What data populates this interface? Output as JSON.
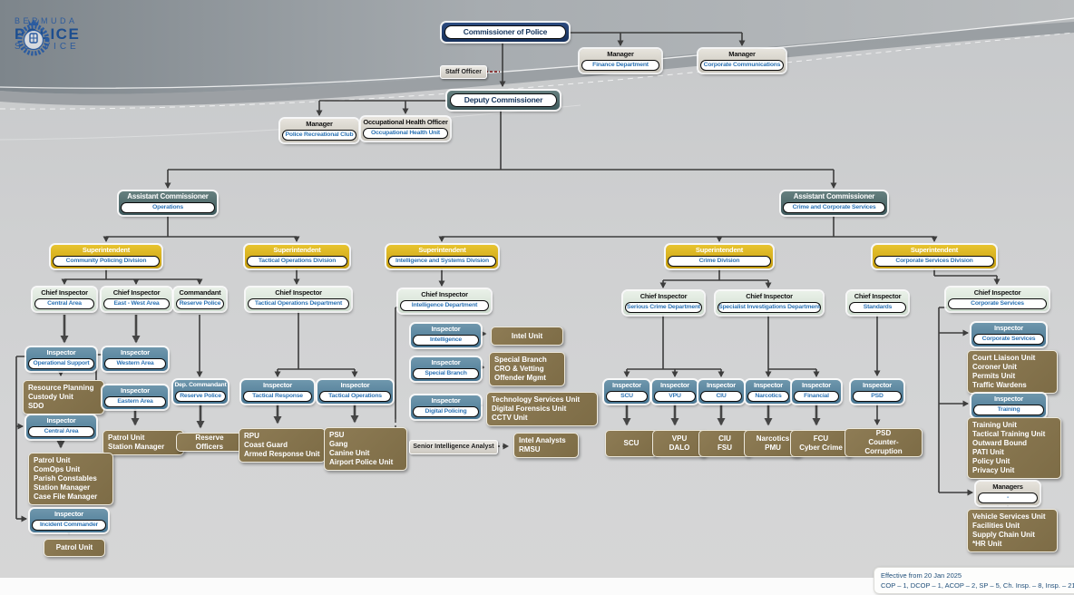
{
  "logo": {
    "line1": "BERMUDA",
    "line2": "POLICE",
    "line3": "SERVICE"
  },
  "colors": {
    "navy": "#1c3966",
    "slate": "#46605f",
    "gold": "#d3ab1e",
    "paleGreen": "#dce8dc",
    "steelBlue": "#5784a0",
    "brown": "#867453",
    "pillText": "#2e74b5",
    "wire": "#3d3d3d",
    "redDash": "#8b3a3a",
    "legendText": "#1f4e79"
  },
  "nodes": {
    "commissioner": {
      "label": "Commissioner of Police"
    },
    "mgr_finance": {
      "title": "Manager",
      "unit": "Finance Department"
    },
    "mgr_corpcomm": {
      "title": "Manager",
      "unit": "Corporate Communications"
    },
    "staff_officer": {
      "label": "Staff Officer"
    },
    "deputy": {
      "label": "Deputy Commissioner"
    },
    "mgr_recclub": {
      "title": "Manager",
      "unit": "Police Recreational Club"
    },
    "oho": {
      "title": "Occupational Health Officer",
      "unit": "Occupational Health Unit"
    },
    "ac_ops": {
      "title": "Assistant Commissioner",
      "unit": "Operations"
    },
    "ac_crime": {
      "title": "Assistant Commissioner",
      "unit": "Crime and Corporate Services"
    },
    "sup_cpd": {
      "title": "Superintendent",
      "unit": "Community Policing Division"
    },
    "sup_tod": {
      "title": "Superintendent",
      "unit": "Tactical Operations Division"
    },
    "sup_isd": {
      "title": "Superintendent",
      "unit": "Intelligence and Systems Division"
    },
    "sup_crime": {
      "title": "Superintendent",
      "unit": "Crime Division"
    },
    "sup_csd": {
      "title": "Superintendent",
      "unit": "Corporate Services Division"
    },
    "ci_central": {
      "title": "Chief Inspector",
      "unit": "Central Area"
    },
    "ci_eastwest": {
      "title": "Chief Inspector",
      "unit": "East - West Area"
    },
    "commandant": {
      "title": "Commandant",
      "unit": "Reserve Police"
    },
    "ci_tod": {
      "title": "Chief Inspector",
      "unit": "Tactical Operations Department"
    },
    "ci_intel": {
      "title": "Chief Inspector",
      "unit": "Intelligence Department"
    },
    "ci_serious": {
      "title": "Chief Inspector",
      "unit": "Serious Crime Department"
    },
    "ci_specialist": {
      "title": "Chief Inspector",
      "unit": "Specialist Investigations Department"
    },
    "ci_standards": {
      "title": "Chief Inspector",
      "unit": "Standards"
    },
    "ci_corpserv": {
      "title": "Chief Inspector",
      "unit": "Corporate Services"
    },
    "insp_opsupport": {
      "title": "Inspector",
      "unit": "Operational Support"
    },
    "insp_western": {
      "title": "Inspector",
      "unit": "Western Area"
    },
    "insp_eastern": {
      "title": "Inspector",
      "unit": "Eastern Area"
    },
    "dep_commandant": {
      "title": "Dep. Commandant",
      "unit": "Reserve Police"
    },
    "insp_centralarea": {
      "title": "Inspector",
      "unit": "Central Area"
    },
    "insp_incident": {
      "title": "Inspector",
      "unit": "Incident Commander"
    },
    "insp_tacresponse": {
      "title": "Inspector",
      "unit": "Tactical Response"
    },
    "insp_tacops": {
      "title": "Inspector",
      "unit": "Tactical Operations"
    },
    "insp_intelligence": {
      "title": "Inspector",
      "unit": "Intelligence"
    },
    "insp_specialbranch": {
      "title": "Inspector",
      "unit": "Special Branch"
    },
    "insp_digital": {
      "title": "Inspector",
      "unit": "Digital Policing"
    },
    "sia": {
      "label": "Senior Intelligence Analyst"
    },
    "insp_scu": {
      "title": "Inspector",
      "unit": "SCU"
    },
    "insp_vpu": {
      "title": "Inspector",
      "unit": "VPU"
    },
    "insp_ciu": {
      "title": "Inspector",
      "unit": "CIU"
    },
    "insp_narcotics": {
      "title": "Inspector",
      "unit": "Narcotics"
    },
    "insp_financial": {
      "title": "Inspector",
      "unit": "Financial"
    },
    "insp_psd": {
      "title": "Inspector",
      "unit": "PSD"
    },
    "insp_corpserv": {
      "title": "Inspector",
      "unit": "Corporate Services"
    },
    "insp_training": {
      "title": "Inspector",
      "unit": "Training"
    },
    "managers": {
      "title": "Managers",
      "unit": "-"
    },
    "u_resource": {
      "lines": "Resource Planning\nCustody Unit\nSDO"
    },
    "u_patrolstation": {
      "lines": "Patrol Unit\nStation Manager"
    },
    "u_reserveofficers": {
      "lines": "Reserve Officers"
    },
    "u_patrol5": {
      "lines": "Patrol Unit\nComOps Unit\nParish Constables\nStation Manager\nCase File Manager"
    },
    "u_patrolunit": {
      "lines": "Patrol Unit"
    },
    "u_rpu": {
      "lines": "RPU\nCoast Guard\nArmed Response Unit"
    },
    "u_psu": {
      "lines": "PSU\nGang\nCanine Unit\nAirport Police Unit"
    },
    "u_intelunit": {
      "lines": "Intel Unit"
    },
    "u_specialbranch": {
      "lines": "Special Branch\nCRO & Vetting\nOffender Mgmt"
    },
    "u_tech": {
      "lines": "Technology Services Unit\nDigital Forensics Unit\nCCTV Unit"
    },
    "u_intelanalysts": {
      "lines": "Intel Analysts\nRMSU"
    },
    "u_scu": {
      "lines": "SCU"
    },
    "u_vpu": {
      "lines": "VPU\nDALO"
    },
    "u_ciu": {
      "lines": "CIU\nFSU"
    },
    "u_narcotics": {
      "lines": "Narcotics\nPMU"
    },
    "u_fcu": {
      "lines": "FCU\nCyber Crime"
    },
    "u_psd": {
      "lines": "PSD\nCounter-Corruption"
    },
    "u_court": {
      "lines": "Court Liaison Unit\nCoroner Unit\nPermits Unit\nTraffic Wardens"
    },
    "u_training": {
      "lines": "Training Unit\nTactical Training Unit\nOutward Bound\nPATI Unit\nPolicy Unit\nPrivacy Unit"
    },
    "u_vehicle": {
      "lines": "Vehicle Services Unit\nFacilities Unit\nSupply Chain Unit\n*HR Unit"
    }
  },
  "legend": {
    "line1": "Effective from 20 Jan 2025",
    "line2": "COP – 1, DCOP – 1, ACOP – 2, SP – 5,  Ch. Insp. – 8, Insp. – 21"
  }
}
